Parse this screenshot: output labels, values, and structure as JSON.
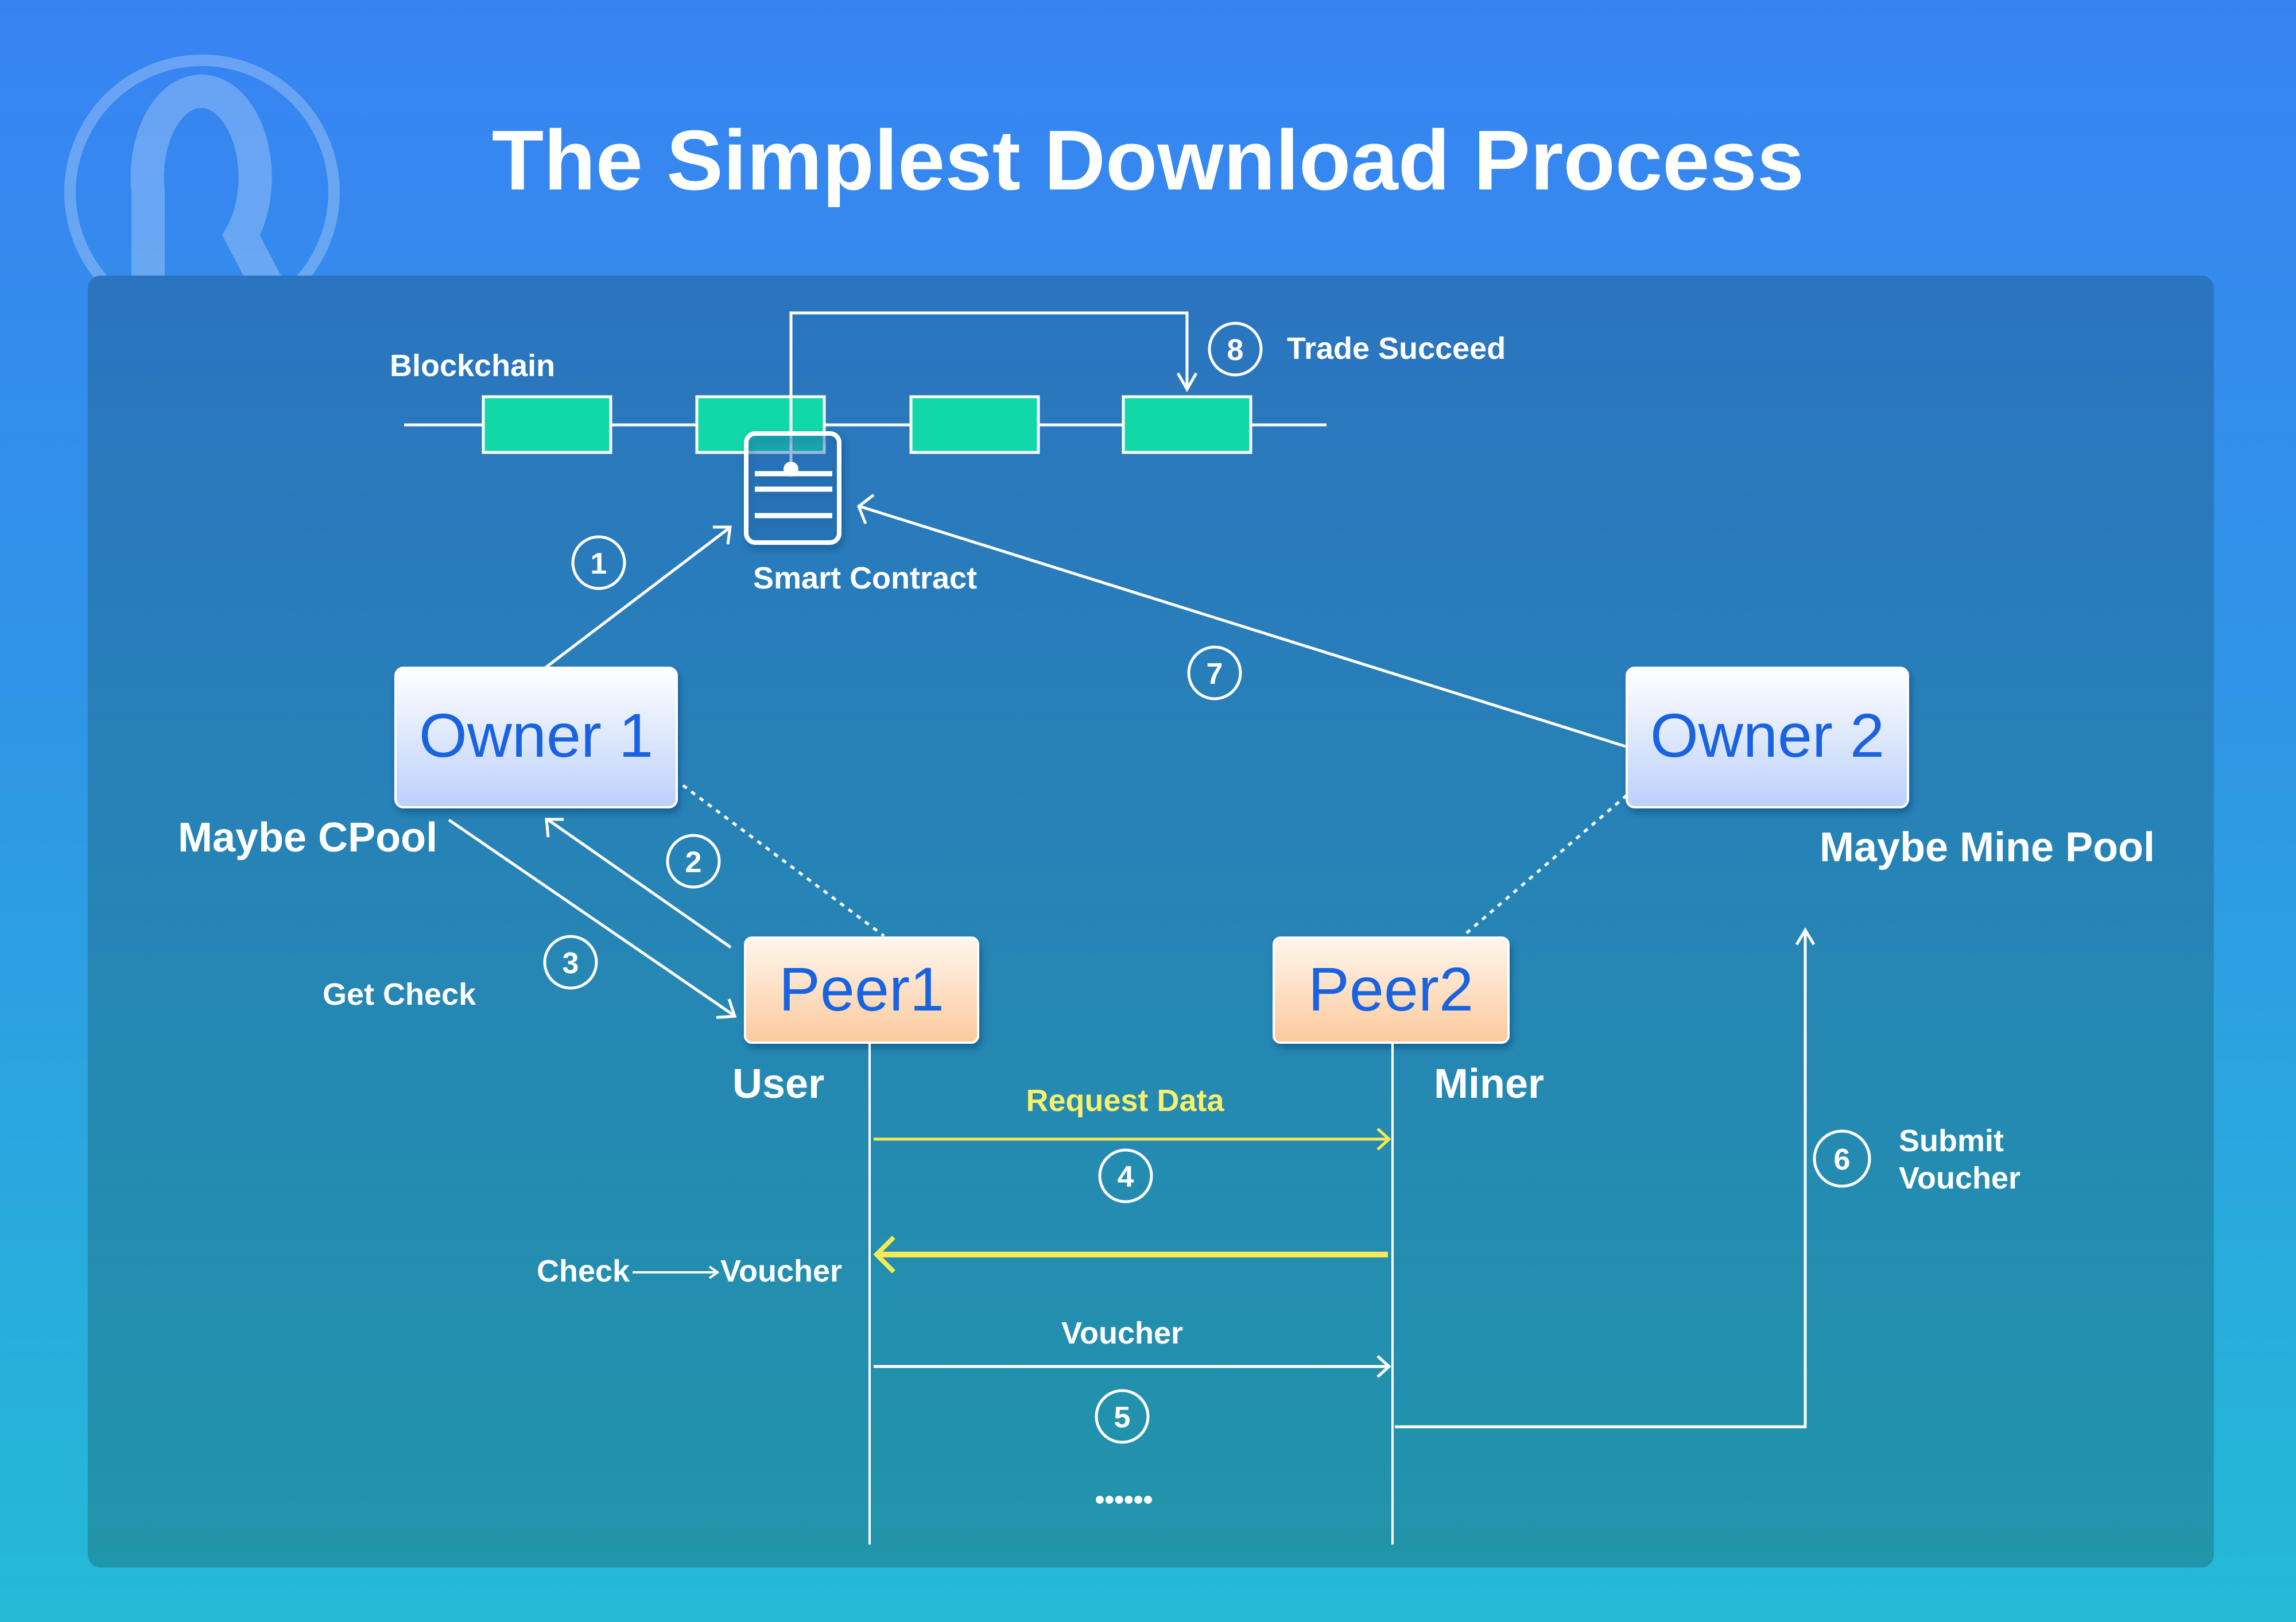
{
  "title": "The Simplest Download Process",
  "colors": {
    "panel": "#2b74c0",
    "block": "#10d8a8",
    "owner_box_top": "#ffffff",
    "owner_box_bottom": "#bcd0fb",
    "peer_box_top": "#fff6ee",
    "peer_box_bottom": "#fcc99c",
    "box_text": "#1a63e0",
    "highlight": "#f5ea55"
  },
  "blockchain": {
    "label": "Blockchain",
    "block_count": 4
  },
  "smart_contract": {
    "label": "Smart Contract",
    "icon": "document-icon"
  },
  "nodes": {
    "owner1": {
      "label": "Owner 1",
      "caption": "Maybe CPool"
    },
    "owner2": {
      "label": "Owner 2",
      "caption": "Maybe Mine Pool"
    },
    "peer1": {
      "label": "Peer1",
      "caption": "User"
    },
    "peer2": {
      "label": "Peer2",
      "caption": "Miner"
    }
  },
  "steps": [
    {
      "num": "1",
      "label": ""
    },
    {
      "num": "2",
      "label": ""
    },
    {
      "num": "3",
      "label": "Get Check"
    },
    {
      "num": "4",
      "label": "Request Data"
    },
    {
      "num": "5",
      "label": "Voucher"
    },
    {
      "num": "6",
      "label_line1": "Submit",
      "label_line2": "Voucher"
    },
    {
      "num": "7",
      "label": ""
    },
    {
      "num": "8",
      "label": "Trade Succeed"
    }
  ],
  "annotations": {
    "check_to_voucher_from": "Check",
    "check_to_voucher_to": "Voucher",
    "ellipsis": "••••••"
  }
}
